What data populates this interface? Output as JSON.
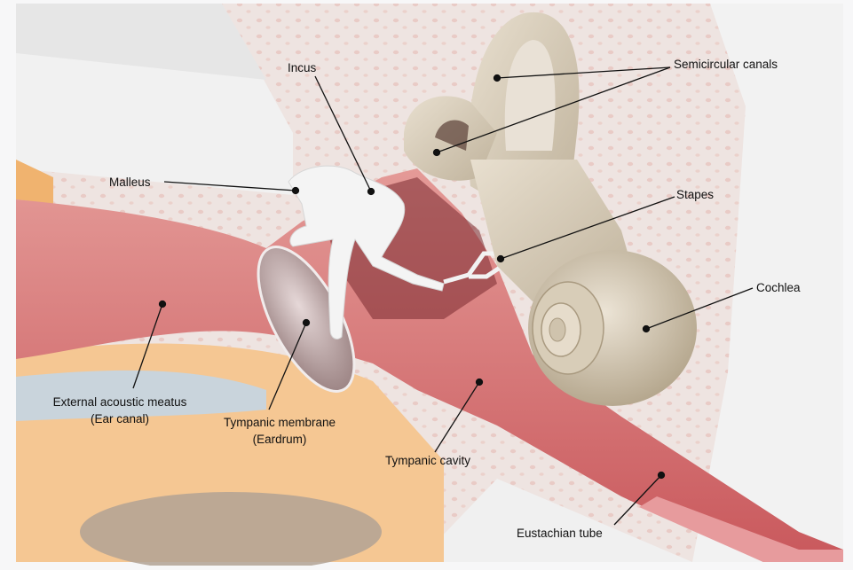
{
  "labels": {
    "incus": "Incus",
    "semicircular_canals": "Semicircular canals",
    "malleus": "Malleus",
    "stapes": "Stapes",
    "cochlea": "Cochlea",
    "external_meatus_line1": "External acoustic meatus",
    "external_meatus_line2": "(Ear canal)",
    "tympanic_membrane_line1": "Tympanic membrane",
    "tympanic_membrane_line2": "(Eardrum)",
    "tympanic_cavity": "Tympanic cavity",
    "eustachian_tube": "Eustachian tube"
  },
  "colors": {
    "bone": "#efe7e4",
    "tissue_pink": "#d77a7b",
    "skin_orange": "#f4c690",
    "ossicle_white": "#f3f3f3",
    "labyrinth_beige": "#d9cfbd",
    "canal_blue": "#c9d4dc",
    "leader_line": "#111111"
  }
}
